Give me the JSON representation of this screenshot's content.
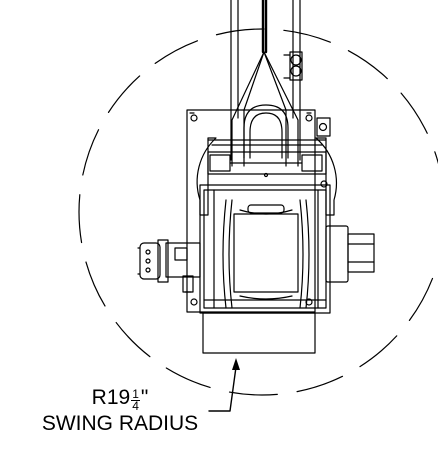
{
  "drawing": {
    "line_color": "#000000",
    "background": "#ffffff"
  },
  "callout": {
    "radius_prefix": "R19",
    "radius_numerator": "1",
    "radius_denominator": "4",
    "radius_suffix": "\"",
    "label": "SWING RADIUS"
  }
}
